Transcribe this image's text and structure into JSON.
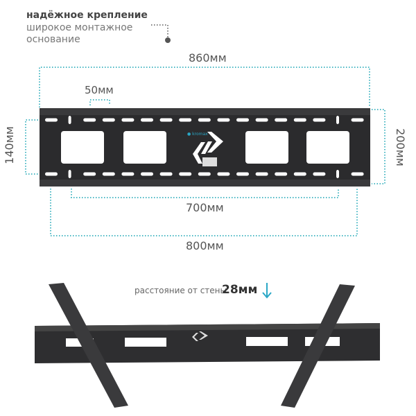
{
  "feature": {
    "title": "надёжное крепление",
    "subtitle": "широкое монтажное основание"
  },
  "dimensions": {
    "overall_width": "860мм",
    "slot_pitch": "50мм",
    "vertical_spacing": "140мм",
    "height": "200мм",
    "inner_width": "700мм",
    "outer_width": "800мм"
  },
  "wall_distance": {
    "label": "расстояние от стены",
    "value": "28мм",
    "icon": "arrow-down-icon"
  },
  "brand": "kromax",
  "colors": {
    "accent": "#2aa7c6",
    "plate": "#2b2b2d",
    "dimension_line": "#4bb8c4"
  }
}
